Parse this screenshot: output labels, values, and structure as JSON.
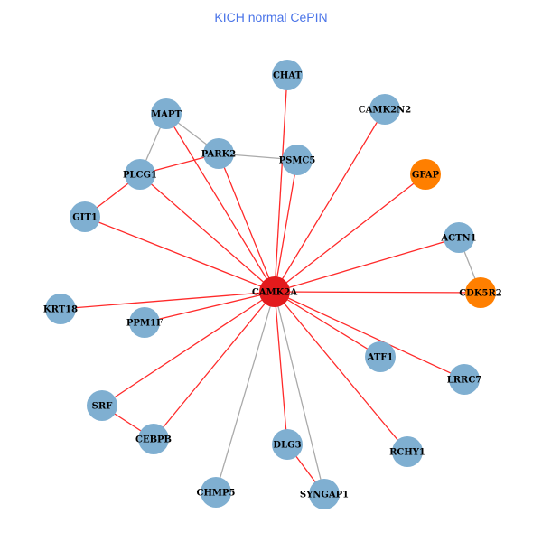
{
  "title": "KICH normal CePIN",
  "colors": {
    "hub": "#e31a1c",
    "orange": "#ff7f00",
    "blue": "#7fafd1",
    "edge_red": "#ff2a2a",
    "edge_gray": "#aaaaaa"
  },
  "nodes": [
    {
      "id": "CAMK2A",
      "type": "hub"
    },
    {
      "id": "CHAT",
      "type": "blue"
    },
    {
      "id": "CAMK2N2",
      "type": "blue"
    },
    {
      "id": "MAPT",
      "type": "blue"
    },
    {
      "id": "PARK2",
      "type": "blue"
    },
    {
      "id": "PSMC5",
      "type": "blue"
    },
    {
      "id": "PLCG1",
      "type": "blue"
    },
    {
      "id": "GFAP",
      "type": "orange"
    },
    {
      "id": "GIT1",
      "type": "blue"
    },
    {
      "id": "ACTN1",
      "type": "blue"
    },
    {
      "id": "CDK5R2",
      "type": "orange"
    },
    {
      "id": "KRT18",
      "type": "blue"
    },
    {
      "id": "PPM1F",
      "type": "blue"
    },
    {
      "id": "ATF1",
      "type": "blue"
    },
    {
      "id": "LRRC7",
      "type": "blue"
    },
    {
      "id": "SRF",
      "type": "blue"
    },
    {
      "id": "CEBPB",
      "type": "blue"
    },
    {
      "id": "DLG3",
      "type": "blue"
    },
    {
      "id": "RCHY1",
      "type": "blue"
    },
    {
      "id": "CHMP5",
      "type": "blue"
    },
    {
      "id": "SYNGAP1",
      "type": "blue"
    }
  ],
  "edges": [
    [
      "CAMK2A",
      "CHAT",
      "red"
    ],
    [
      "CAMK2A",
      "CAMK2N2",
      "red"
    ],
    [
      "CAMK2A",
      "MAPT",
      "red"
    ],
    [
      "CAMK2A",
      "PARK2",
      "red"
    ],
    [
      "CAMK2A",
      "PSMC5",
      "red"
    ],
    [
      "CAMK2A",
      "PLCG1",
      "red"
    ],
    [
      "CAMK2A",
      "GFAP",
      "red"
    ],
    [
      "CAMK2A",
      "GIT1",
      "red"
    ],
    [
      "CAMK2A",
      "ACTN1",
      "red"
    ],
    [
      "CAMK2A",
      "CDK5R2",
      "red"
    ],
    [
      "CAMK2A",
      "KRT18",
      "red"
    ],
    [
      "CAMK2A",
      "PPM1F",
      "red"
    ],
    [
      "CAMK2A",
      "ATF1",
      "red"
    ],
    [
      "CAMK2A",
      "LRRC7",
      "red"
    ],
    [
      "CAMK2A",
      "SRF",
      "red"
    ],
    [
      "CAMK2A",
      "CEBPB",
      "red"
    ],
    [
      "CAMK2A",
      "DLG3",
      "red"
    ],
    [
      "CAMK2A",
      "RCHY1",
      "red"
    ],
    [
      "CAMK2A",
      "CHMP5",
      "gray"
    ],
    [
      "CAMK2A",
      "SYNGAP1",
      "gray"
    ],
    [
      "MAPT",
      "PLCG1",
      "gray"
    ],
    [
      "MAPT",
      "PARK2",
      "gray"
    ],
    [
      "PARK2",
      "PSMC5",
      "gray"
    ],
    [
      "PLCG1",
      "PARK2",
      "red"
    ],
    [
      "PLCG1",
      "GIT1",
      "red"
    ],
    [
      "ACTN1",
      "CDK5R2",
      "gray"
    ],
    [
      "SRF",
      "CEBPB",
      "red"
    ],
    [
      "DLG3",
      "SYNGAP1",
      "red"
    ]
  ]
}
